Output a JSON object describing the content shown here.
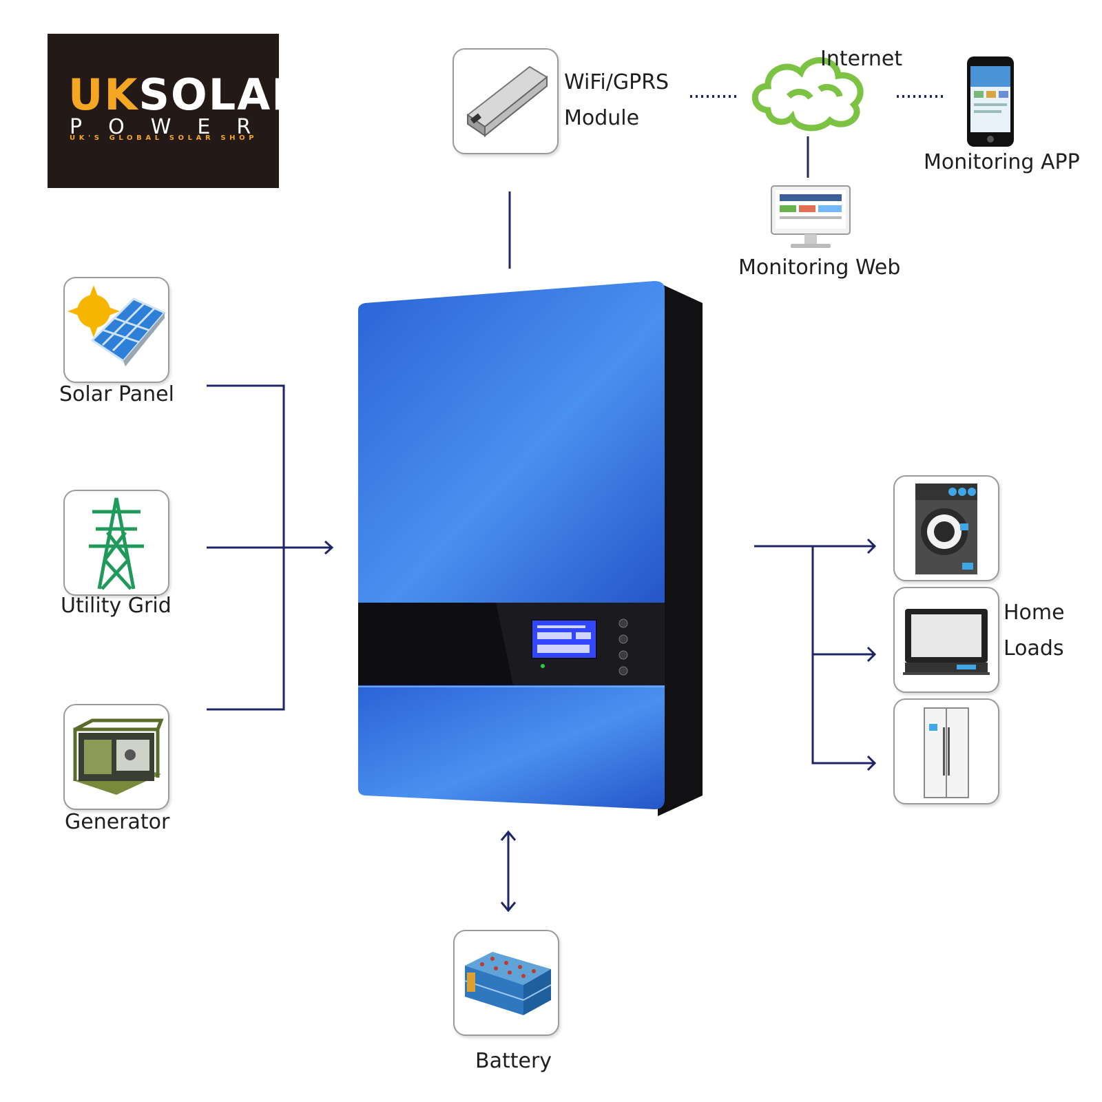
{
  "logo": {
    "brand_uk": "UK",
    "brand_solar": "SOLAR",
    "brand_power": "POWER",
    "tagline": "UK'S GLOBAL SOLAR SHOP",
    "colors": {
      "background": "#231a17",
      "accent": "#f5a623",
      "text": "#ffffff"
    }
  },
  "nodes": {
    "wifi_module": {
      "line1": "WiFi/GPRS",
      "line2": "Module",
      "icon": "wifi-module-icon"
    },
    "internet": {
      "label": "Internet",
      "icon": "cloud-icon"
    },
    "monitoring_app": {
      "label": "Monitoring APP",
      "icon": "smartphone-icon"
    },
    "monitoring_web": {
      "label": "Monitoring Web",
      "icon": "monitor-icon"
    },
    "solar_panel": {
      "label": "Solar Panel",
      "icon": "solar-panel-icon"
    },
    "utility_grid": {
      "label": "Utility Grid",
      "icon": "power-pylon-icon"
    },
    "generator": {
      "label": "Generator",
      "icon": "generator-icon"
    },
    "battery": {
      "label": "Battery",
      "icon": "battery-icon"
    },
    "home_loads": {
      "line1": "Home",
      "line2": "Loads",
      "icons": [
        "washing-machine-icon",
        "tv-icon",
        "refrigerator-icon"
      ]
    },
    "inverter": {
      "icon": "inverter-icon"
    }
  },
  "colors": {
    "line": "#1f2466",
    "inverter_blue": "#2f6fe0",
    "inverter_dark": "#0f0f12",
    "cloud": "#7cc243",
    "lcd": "#3346ff"
  }
}
